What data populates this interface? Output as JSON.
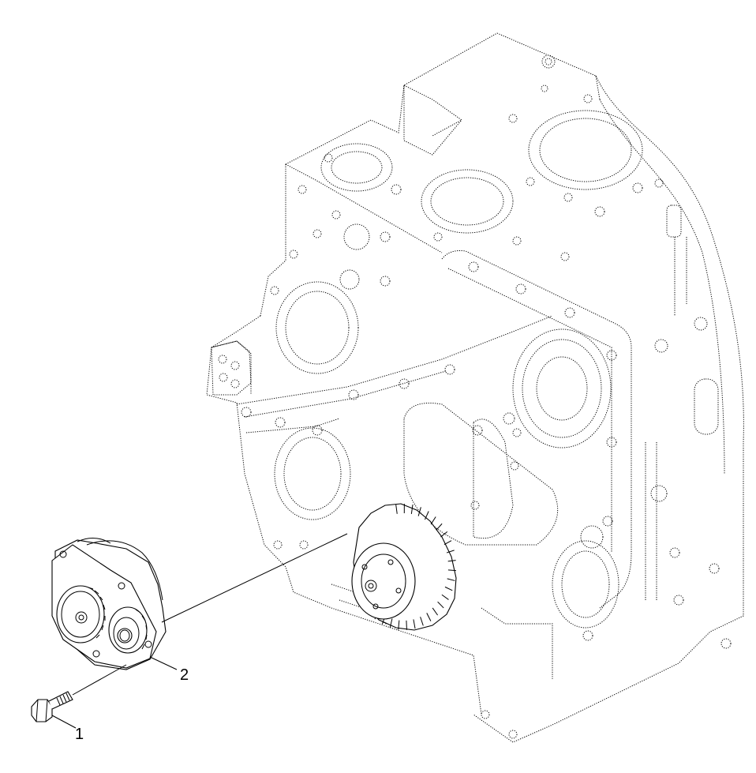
{
  "diagram": {
    "type": "exploded-parts-view",
    "colors": {
      "background": "#ffffff",
      "line": "#000000"
    },
    "callouts": [
      {
        "number": "1"
      },
      {
        "number": "2"
      }
    ]
  }
}
